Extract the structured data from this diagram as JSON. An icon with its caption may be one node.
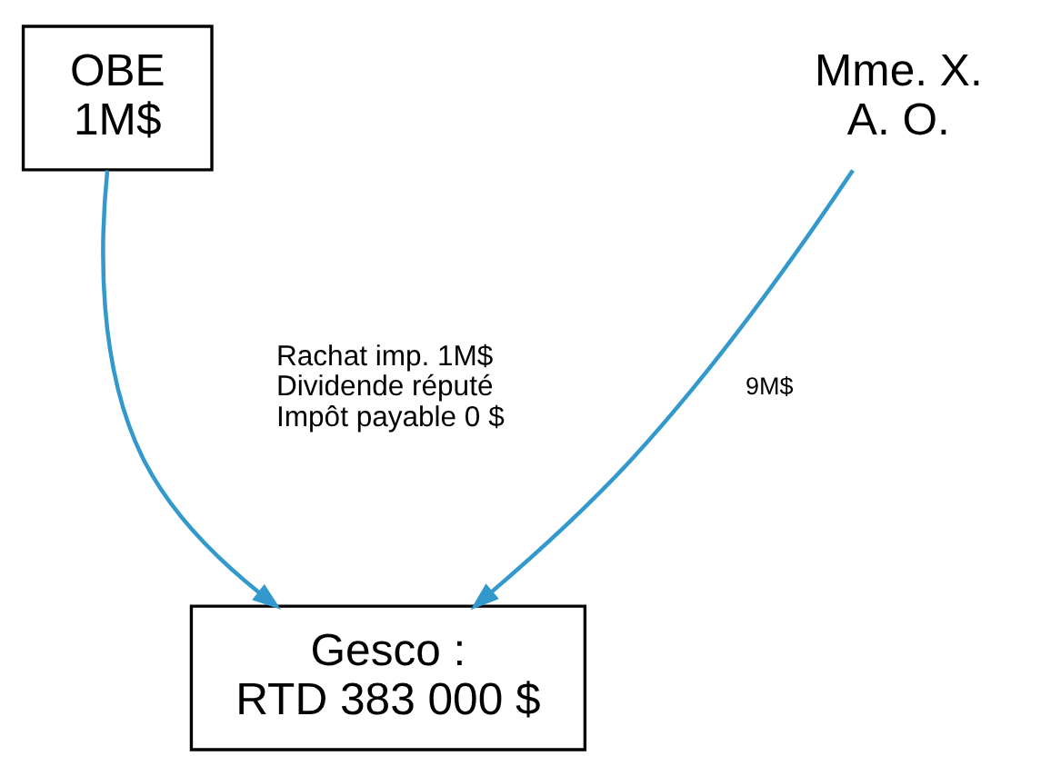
{
  "diagram": {
    "nodes": [
      {
        "text": [
          "OBE",
          "1M$"
        ]
      },
      {
        "text": [
          "Mme. X.",
          "A. O."
        ]
      },
      {
        "text": [
          "Gesco :",
          "RTD 383 000 $"
        ]
      }
    ],
    "edges": [
      {
        "from": 0,
        "to": 2,
        "arrow": "to"
      },
      {
        "from": 1,
        "to": 2,
        "arrow": "to",
        "label": "9M$"
      }
    ],
    "labels": [
      "Rachat imp. 1M$",
      "Dividende réputé",
      "Impôt payable 0 $"
    ]
  }
}
